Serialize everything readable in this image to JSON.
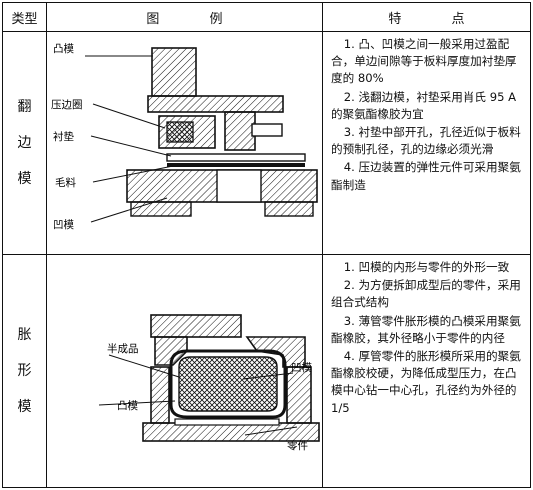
{
  "table": {
    "headers": {
      "type": "类型",
      "figure": "图 例",
      "features": "特 点"
    },
    "rows": [
      {
        "type_chars": [
          "翻",
          "边",
          "模"
        ],
        "labels": {
          "punch": "凸模",
          "blank_holder": "压边圈",
          "pad": "衬垫",
          "blank": "毛料",
          "die": "凹模"
        },
        "features": [
          "1. 凸、凹模之间一般采用过盈配合，单边间隙等于板料厚度加衬垫厚度的 80%",
          "2. 浅翻边模，衬垫采用肖氏 95 A 的聚氨酯橡胶为宜",
          "3. 衬垫中部开孔，孔径近似于板料的预制孔径，孔的边缘必须光滑",
          "4. 压边装置的弹性元件可采用聚氨酯制造"
        ]
      },
      {
        "type_chars": [
          "胀",
          "形",
          "模"
        ],
        "labels": {
          "semi": "半成品",
          "die": "凹模",
          "punch": "凸模",
          "part": "零件"
        },
        "features": [
          "1. 凹模的内形与零件的外形一致",
          "2. 为方便拆卸成型后的零件，采用组合式结构",
          "3. 薄管零件胀形模的凸模采用聚氨酯橡胶，其外径略小于零件的内径",
          "4. 厚管零件的胀形模所采用的聚氨酯橡胶校硬，为降低成型压力，在凸模中心钻一中心孔，孔径约为外径的 1/5"
        ]
      }
    ]
  },
  "colors": {
    "ink": "#111111",
    "paper": "#ffffff"
  }
}
